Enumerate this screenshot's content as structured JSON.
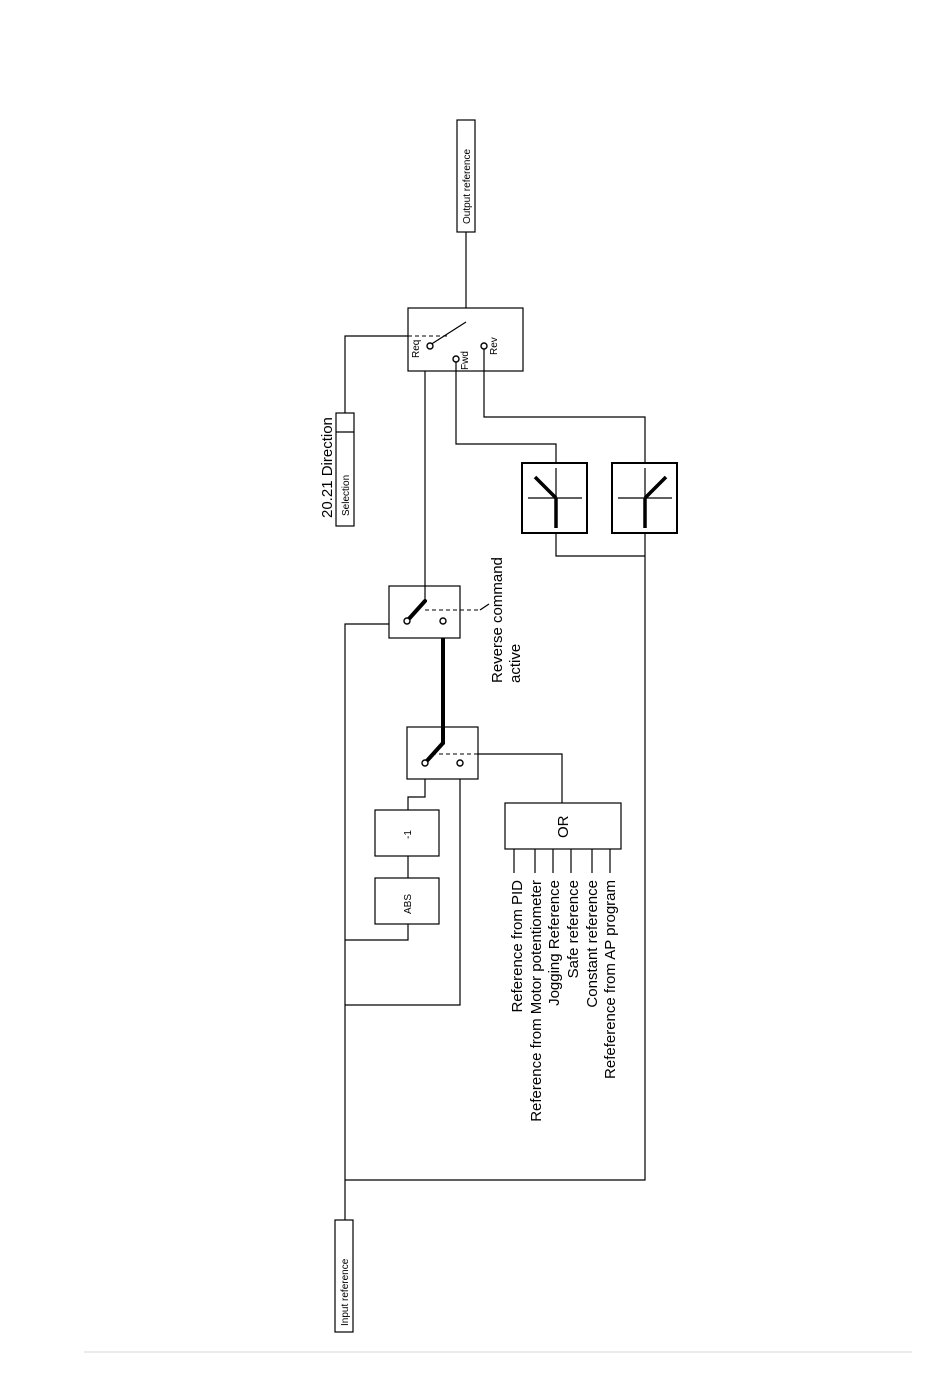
{
  "labels": {
    "input_reference": "Input reference",
    "output_reference": "Output reference",
    "direction_param": "20.21 Direction",
    "direction_selection": "Selection",
    "abs": "ABS",
    "neg": "-1",
    "or": "OR",
    "reverse_command_line1": "Reverse command",
    "reverse_command_line2": "active",
    "req": "Req",
    "fwd": "Fwd",
    "rev": "Rev"
  },
  "or_inputs": [
    "Reference from PID",
    "Reference from Motor potentiometer",
    "Jogging Reference",
    "Safe reference",
    "Constant reference",
    "Refeference from AP program"
  ]
}
